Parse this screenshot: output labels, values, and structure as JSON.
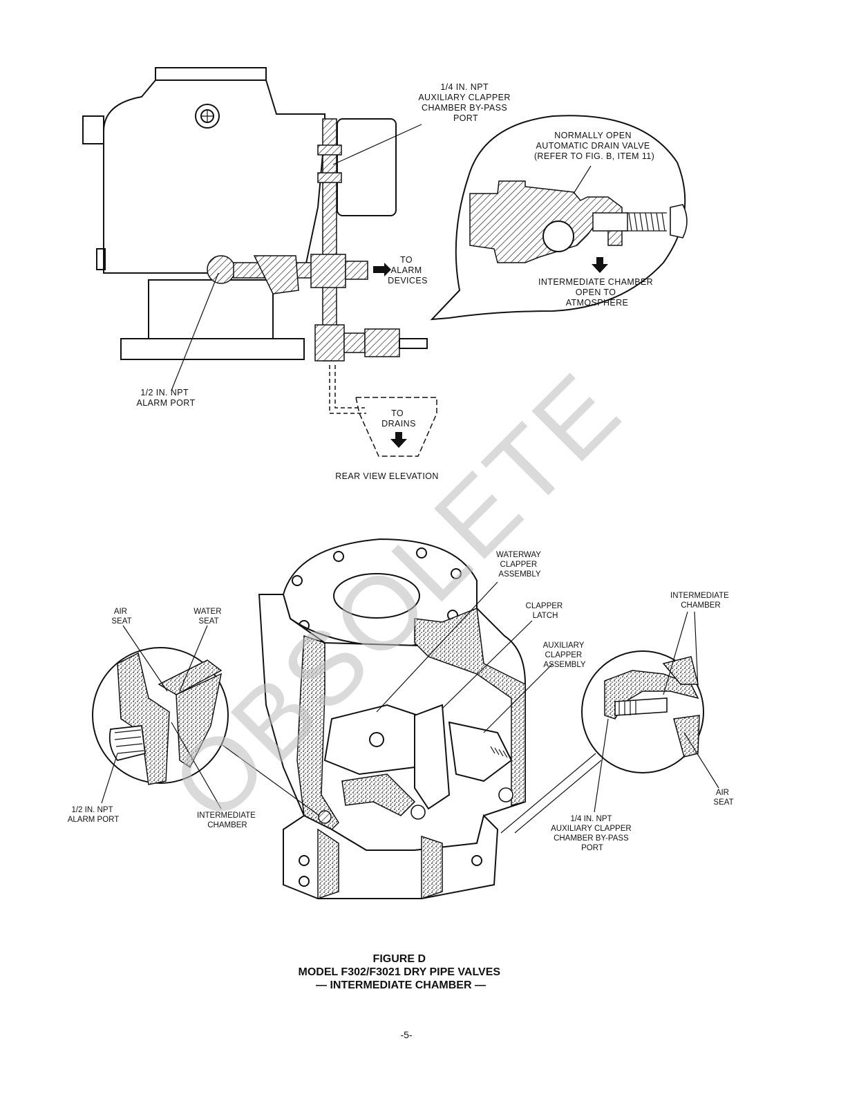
{
  "rear_view": {
    "callout_bypass_port": [
      "1/4 IN. NPT",
      "AUXILIARY CLAPPER",
      "CHAMBER BY-PASS",
      "PORT"
    ],
    "callout_drain_valve": [
      "NORMALLY OPEN",
      "AUTOMATIC DRAIN VALVE",
      "(REFER TO FIG. B, ITEM 11)"
    ],
    "callout_to_alarm": [
      "TO",
      "ALARM",
      "DEVICES"
    ],
    "callout_intermediate_open": [
      "INTERMEDIATE CHAMBER",
      "OPEN TO",
      "ATMOSPHERE"
    ],
    "callout_alarm_port": [
      "1/2 IN. NPT",
      "ALARM PORT"
    ],
    "callout_to_drains": [
      "TO",
      "DRAINS"
    ],
    "view_label": "REAR VIEW ELEVATION"
  },
  "cutaway": {
    "waterway": [
      "WATERWAY",
      "CLAPPER",
      "ASSEMBLY"
    ],
    "clapper_latch": [
      "CLAPPER",
      "LATCH"
    ],
    "aux_clapper": [
      "AUXILIARY",
      "CLAPPER",
      "ASSEMBLY"
    ],
    "intermediate_right": [
      "INTERMEDIATE",
      "CHAMBER"
    ],
    "air_seat_left": [
      "AIR",
      "SEAT"
    ],
    "water_seat": [
      "WATER",
      "SEAT"
    ],
    "alarm_port_left": [
      "1/2 IN. NPT",
      "ALARM PORT"
    ],
    "intermediate_left": [
      "INTERMEDIATE",
      "CHAMBER"
    ],
    "air_seat_right": [
      "AIR",
      "SEAT"
    ],
    "bypass_port_right": [
      "1/4 IN. NPT",
      "AUXILIARY CLAPPER",
      "CHAMBER BY-PASS",
      "PORT"
    ]
  },
  "caption": {
    "figure": "FIGURE D",
    "model": "MODEL F302/F3021 DRY PIPE VALVES",
    "subtitle": "— INTERMEDIATE CHAMBER —"
  },
  "page_number": "-5-",
  "watermark": "OBSOLETE"
}
